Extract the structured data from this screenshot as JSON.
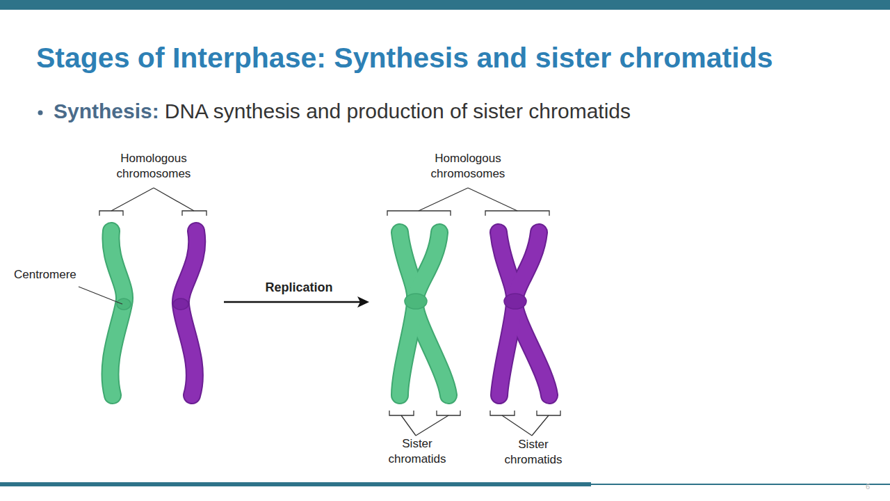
{
  "diagram": {
    "title": "Stages of Interphase: Synthesis and sister chromatids",
    "labels": [
      "Synthesis:",
      "DNA synthesis and production of sister chromatids",
      "Homologous chromosomes",
      "Homologous chromosomes",
      "Centromere",
      "Replication",
      "Sister chromatids",
      "Sister chromatids",
      "6"
    ]
  }
}
